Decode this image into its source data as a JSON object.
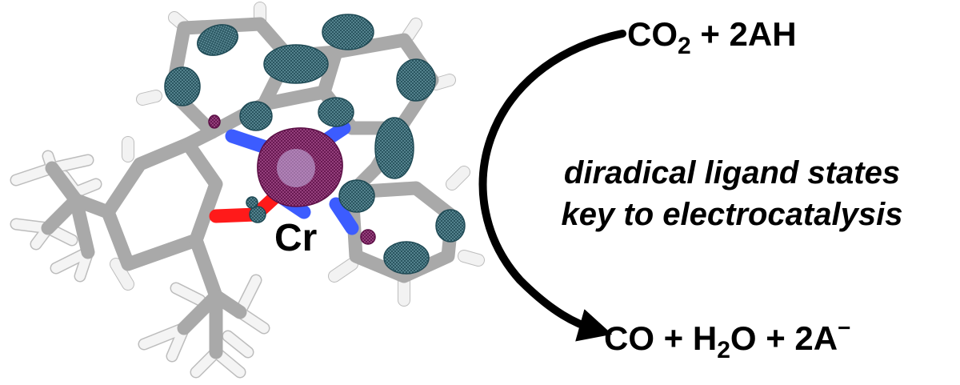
{
  "reaction": {
    "reactant": {
      "part1": "CO",
      "sub1": "2",
      "part2": " + 2AH"
    },
    "product": {
      "part1": "CO + H",
      "sub1": "2",
      "part2": "O + 2A",
      "sup1": "−"
    },
    "caption": {
      "line1": "diradical ligand states",
      "line2": "key to electrocatalysis"
    }
  },
  "molecule": {
    "metal_label": "Cr",
    "colors": {
      "bond": "#a9a9a9",
      "hydrogen": "#f4f4f4",
      "nitrogen": "#3c5cff",
      "oxygen": "#ff1a1a",
      "spin_positive": "#2e5f6b",
      "spin_negative": "#8a1a66"
    }
  },
  "arrow": {
    "color": "#000000"
  }
}
